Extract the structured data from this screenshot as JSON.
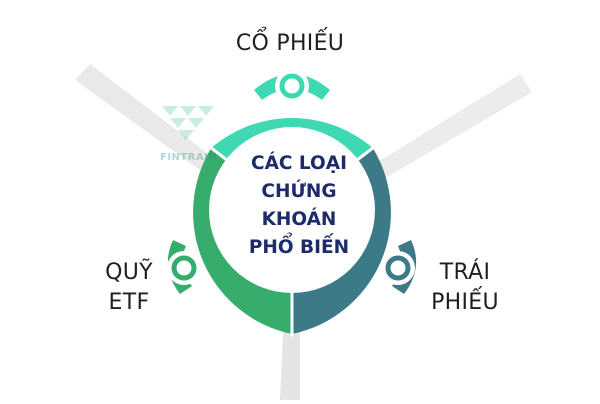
{
  "center": {
    "lines": [
      "CÁC LOẠI",
      "CHỨNG",
      "KHOÁN",
      "PHỔ BIẾN"
    ]
  },
  "segments": [
    {
      "name": "stocks",
      "lines": [
        "CỔ PHIẾU"
      ],
      "color": "#3ed9b3"
    },
    {
      "name": "bonds",
      "lines": [
        "TRÁI",
        "PHIẾU"
      ],
      "color": "#3b7a86"
    },
    {
      "name": "etf-fund",
      "lines": [
        "QUỸ",
        "ETF"
      ],
      "color": "#36ad6c"
    }
  ],
  "watermark": {
    "text": "FINTRAIN"
  },
  "colors": {
    "center_text": "#1d2b6b",
    "label_text": "#1f1f1f",
    "rays": "#e6e6e6",
    "connector": "#ffffff"
  }
}
